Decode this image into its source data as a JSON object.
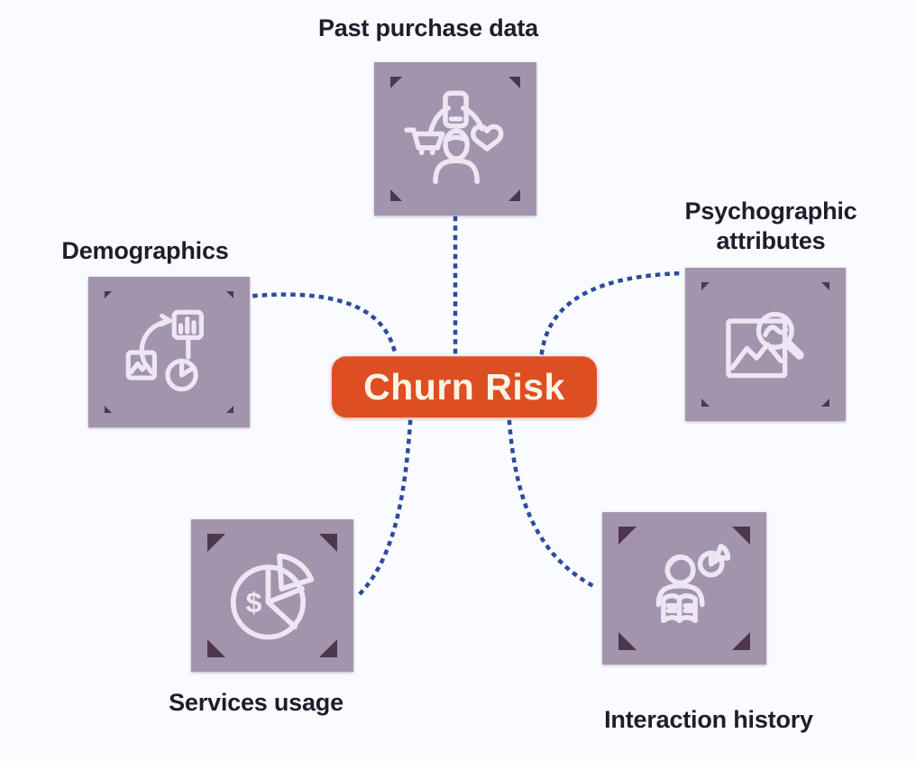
{
  "diagram": {
    "center": {
      "label": "Churn Risk"
    },
    "nodes": [
      {
        "id": "past-purchase-data",
        "label": "Past purchase data",
        "icon": "cart-phone-heart-person-icon"
      },
      {
        "id": "demographics",
        "label": "Demographics",
        "icon": "charts-cycle-icon"
      },
      {
        "id": "psychographic-attributes",
        "label": "Psychographic attributes",
        "icon": "image-magnifier-icon"
      },
      {
        "id": "services-usage",
        "label": "Services usage",
        "icon": "dollar-pie-chart-icon"
      },
      {
        "id": "interaction-history",
        "label": "Interaction history",
        "icon": "person-open-book-pie-icon"
      }
    ],
    "colors": {
      "background": "#fafbfe",
      "node_box": "#a294ad",
      "icon_stroke": "#eee6f4",
      "corner_mark": "#3c2138",
      "label_text": "#201c2b",
      "connector": "#2c4aa0",
      "center_bg": "#dd4f22",
      "center_text": "#fdf3e7"
    }
  }
}
